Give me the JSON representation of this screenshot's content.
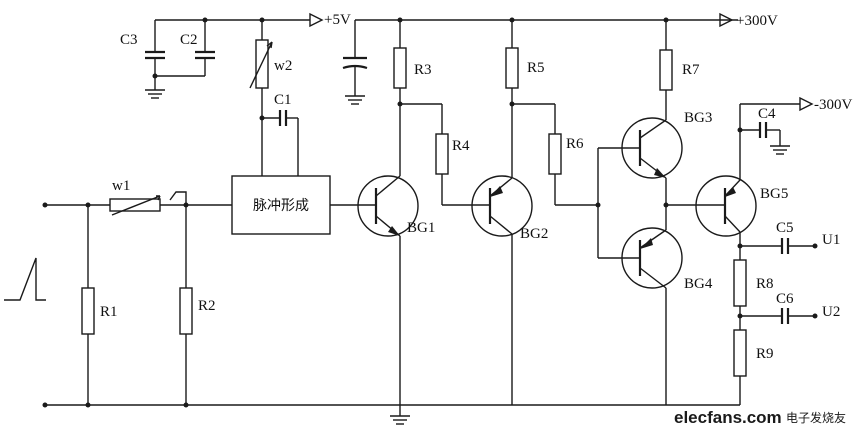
{
  "rails": {
    "vcc5": "+5V",
    "vcc300": "+300V",
    "vneg300": "-300V"
  },
  "resistors": [
    "R1",
    "R2",
    "R3",
    "R4",
    "R5",
    "R6",
    "R7",
    "R8",
    "R9"
  ],
  "capacitors": [
    "C1",
    "C2",
    "C3",
    "C4",
    "C5",
    "C6"
  ],
  "potentiometers": [
    "w1",
    "w2"
  ],
  "transistors": [
    "BG1",
    "BG2",
    "BG3",
    "BG4",
    "BG5"
  ],
  "block": {
    "label": "脉冲形成"
  },
  "outputs": [
    "U1",
    "U2"
  ],
  "watermark": {
    "brand": "elecfans",
    "suffix": ".com",
    "cn": "电子发烧友"
  }
}
